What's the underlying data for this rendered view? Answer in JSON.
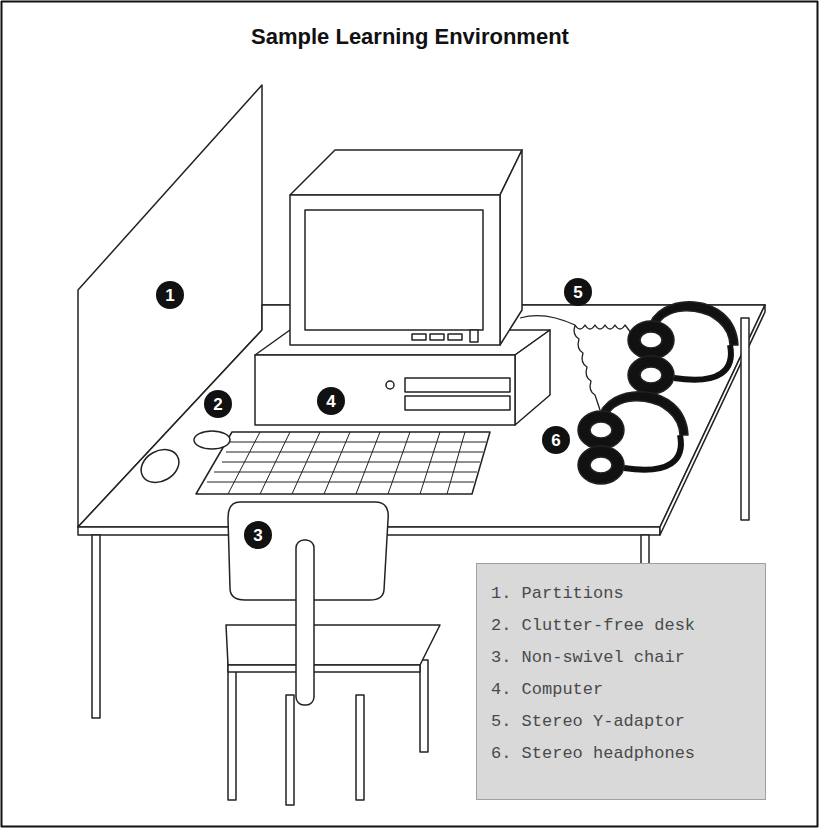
{
  "diagram": {
    "title": "Sample Learning Environment",
    "nodes": [
      {
        "text": [
          "1"
        ]
      },
      {
        "text": [
          "2"
        ]
      },
      {
        "text": [
          "3"
        ]
      },
      {
        "text": [
          "4"
        ]
      },
      {
        "text": [
          "5"
        ]
      },
      {
        "text": [
          "6"
        ]
      },
      {
        "text": [
          "1. Partitions",
          "2. Clutter-free desk",
          "3. Non-swivel chair",
          "4. Computer",
          "5. Stereo Y-adaptor",
          "6. Stereo headphones"
        ]
      }
    ]
  }
}
